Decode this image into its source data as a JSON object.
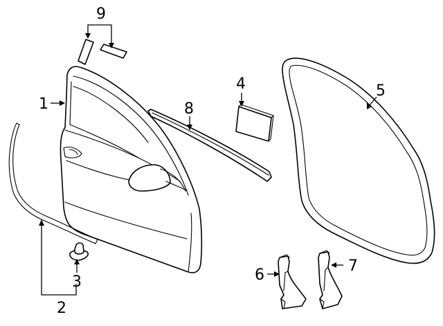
{
  "callouts": {
    "c1": "1",
    "c2": "2",
    "c3": "3",
    "c4": "4",
    "c5": "5",
    "c6": "6",
    "c7": "7",
    "c8": "8",
    "c9": "9"
  },
  "icons": {
    "door-shell": "front-door-shell-part",
    "door-seal": "door-body-seal-part",
    "weatherstrip": "lower-weatherstrip-part",
    "clip": "retainer-clip-part",
    "pad": "foam-pad-part",
    "belt-molding": "belt-molding-part",
    "brackets": "bracket-parts",
    "tapes": "adhesive-tape-parts"
  }
}
